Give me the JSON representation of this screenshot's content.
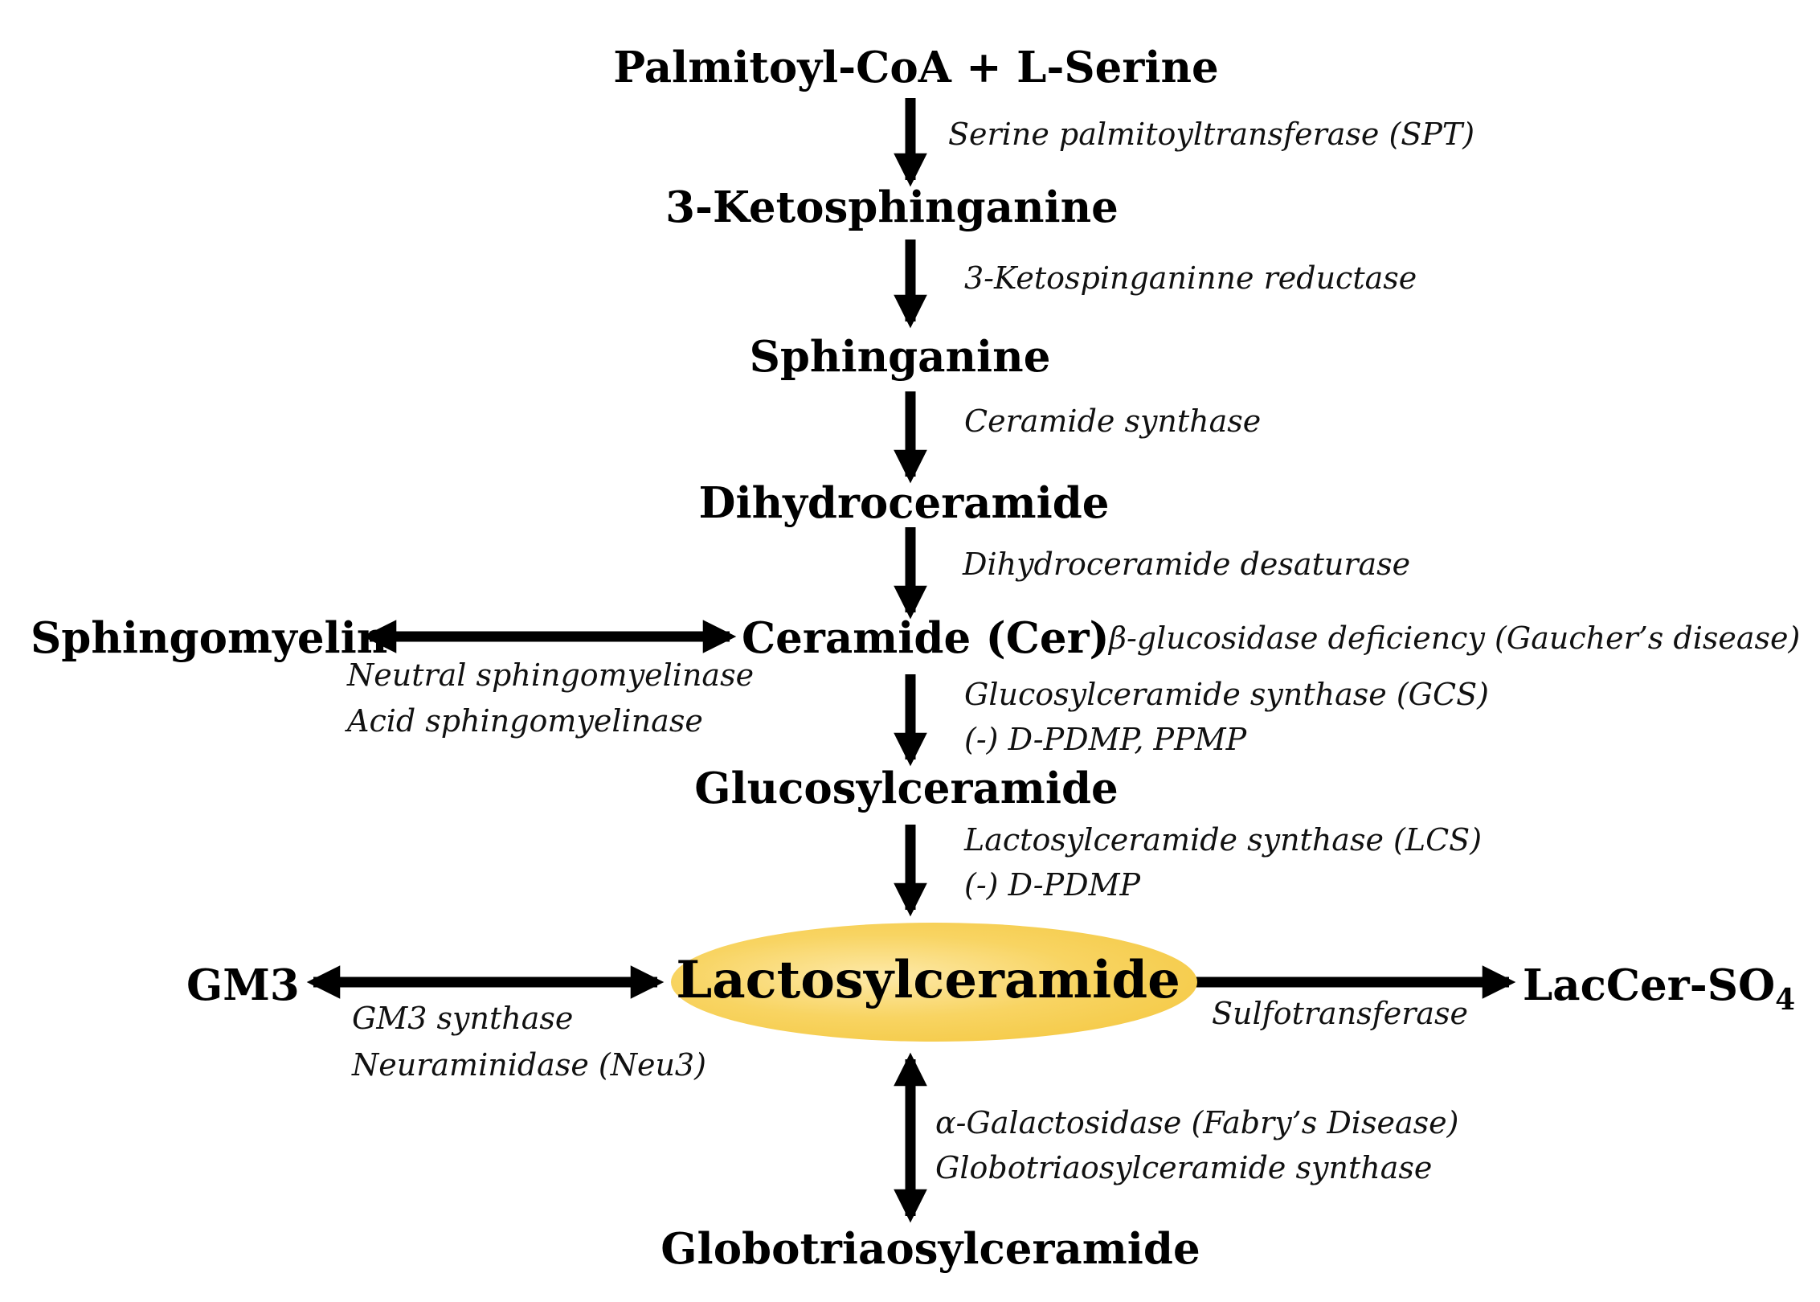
{
  "colors": {
    "arrow": "#000000",
    "highlight_ellipse": "#f6cd4a"
  },
  "nodes": {
    "palmitoyl": "Palmitoyl-CoA + L-Serine",
    "ketosphinganine": "3-Ketosphinganine",
    "sphinganine": "Sphinganine",
    "dihydroceramide": "Dihydroceramide",
    "ceramide": "Ceramide (Cer)",
    "sphingomyelin": "Sphingomyelin",
    "glucosylceramide": "Glucosylceramide",
    "lactosylceramide": "Lactosylceramide",
    "gm3": "GM3",
    "lacCer_so4_base": "LacCer-SO",
    "lacCer_so4_sub": "4",
    "globotriaosylceramide": "Globotriaosylceramide"
  },
  "enzymes": {
    "spt": "Serine palmitoyltransferase (SPT)",
    "keto_reductase": "3-Ketospinganinne reductase",
    "ceramide_synthase": "Ceramide synthase",
    "desaturase": "Dihydroceramide desaturase",
    "gaucher": "β-glucosidase deficiency (Gaucher’s disease)",
    "neutral_smase": "Neutral sphingomyelinase",
    "acid_smase": "Acid sphingomyelinase",
    "gcs": "Glucosylceramide synthase (GCS)",
    "gcs_inhibitors": "(-) D-PDMP, PPMP",
    "lcs": "Lactosylceramide synthase (LCS)",
    "lcs_inhibitor": "(-) D-PDMP",
    "gm3_synthase": "GM3 synthase",
    "neuraminidase": "Neuraminidase (Neu3)",
    "sulfotransferase": "Sulfotransferase",
    "galactosidase": "α-Galactosidase (Fabry’s Disease)",
    "gb3_synthase": "Globotriaosylceramide synthase"
  }
}
